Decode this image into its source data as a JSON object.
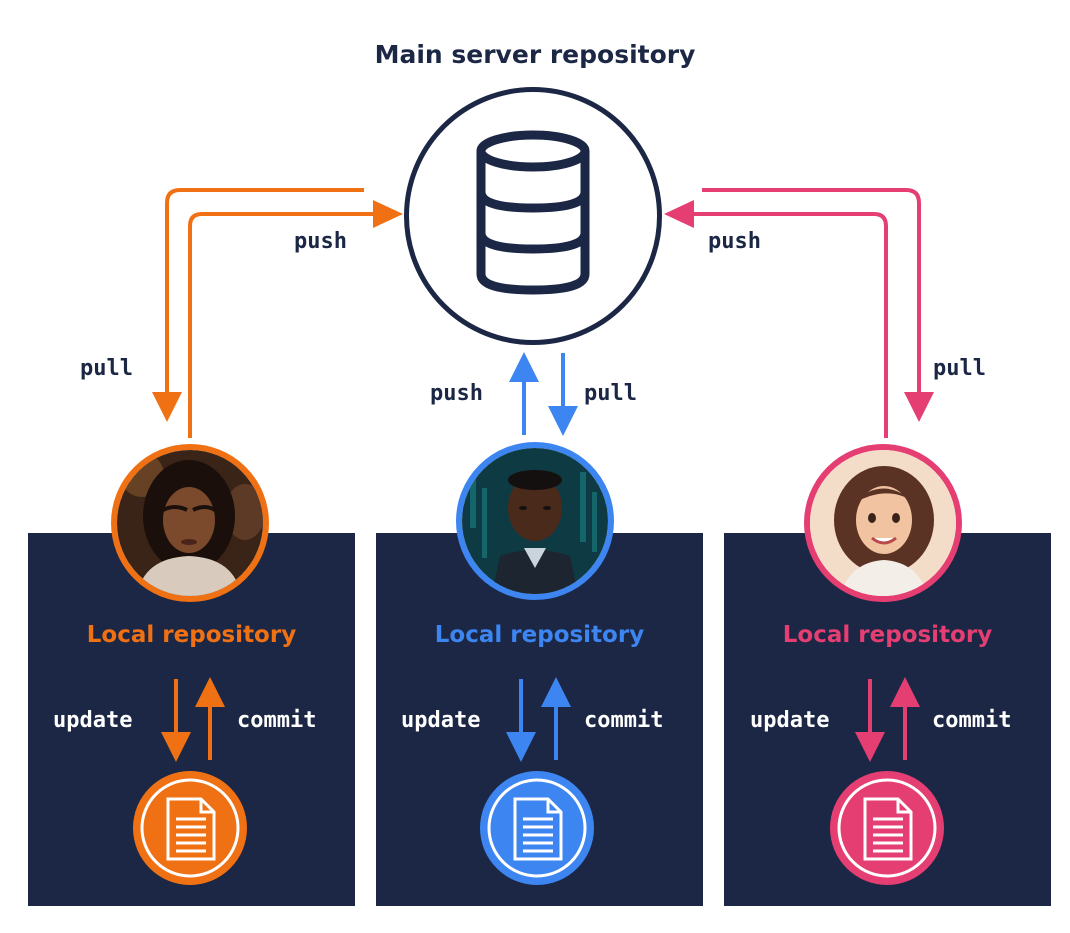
{
  "title": "Main server repository",
  "colors": {
    "navy": "#1b2745",
    "orange": "#f07014",
    "blue": "#3d85f0",
    "pink": "#e53e72"
  },
  "server": {
    "icon": "database-icon"
  },
  "users": [
    {
      "id": "left",
      "color": "#f07014",
      "avatar": "woman-braids-avatar",
      "local_label": "Local repository",
      "push_label": "push",
      "pull_label": "pull",
      "update_label": "update",
      "commit_label": "commit",
      "file_icon": "document-icon"
    },
    {
      "id": "center",
      "color": "#3d85f0",
      "avatar": "man-suit-avatar",
      "local_label": "Local repository",
      "push_label": "push",
      "pull_label": "pull",
      "update_label": "update",
      "commit_label": "commit",
      "file_icon": "document-icon"
    },
    {
      "id": "right",
      "color": "#e53e72",
      "avatar": "woman-cartoon-avatar",
      "local_label": "Local repository",
      "push_label": "push",
      "pull_label": "pull",
      "update_label": "update",
      "commit_label": "commit",
      "file_icon": "document-icon"
    }
  ]
}
